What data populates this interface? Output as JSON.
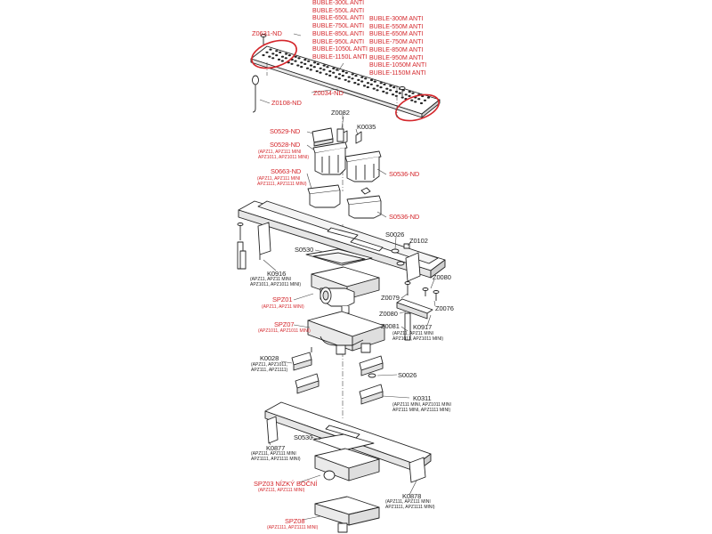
{
  "colors": {
    "accent_red": "#d4262b",
    "line": "#222222"
  },
  "grate_l": [
    "BUBLE-300L ANTI",
    "BUBLE-550L ANTI",
    "BUBLE-650L ANTI",
    "BUBLE-750L ANTI",
    "BUBLE-850L ANTI",
    "BUBLE-950L ANTI",
    "BUBLE-1050L ANTI",
    "BUBLE-1150L ANTI"
  ],
  "grate_m": [
    "BUBLE-300M ANTI",
    "BUBLE-550M ANTI",
    "BUBLE-650M ANTI",
    "BUBLE-750M ANTI",
    "BUBLE-850M ANTI",
    "BUBLE-950M ANTI",
    "BUBLE-1050M ANTI",
    "BUBLE-1150M ANTI"
  ],
  "parts": {
    "z0631": "Z0631-ND",
    "z0034": "Z0034-ND",
    "z0108": "Z0108-ND",
    "z0082": "Z0082",
    "k0035": "K0035",
    "s0529": "S0529-ND",
    "s0528": "S0528-ND",
    "s0528_sub": "(APZ11, APZ111 MINI\nAPZ1011, APZ1011 MINI)",
    "s0663": "S0663-ND",
    "s0663_sub": "(APZ11, APZ111 MINI\nAPZ1111, APZ1111 MINI)",
    "s0536a": "S0536-ND",
    "s0536b": "S0536-ND",
    "s0026a": "S0026",
    "z0102": "Z0102",
    "s0530a": "S0530",
    "k0916": "K0916",
    "k0916_sub": "(APZ11, APZ11 MINI\nAPZ1011, APZ1011 MINI)",
    "z0080a": "Z0080",
    "z0079": "Z0079",
    "z0076": "Z0076",
    "spz01": "SPZ01",
    "spz01_sub": "(APZ11, APZ11 MINI)",
    "z0080b": "Z0080",
    "spz07": "SPZ07",
    "spz07_sub": "(APZ1011, APZ1011 MINI)",
    "z0081": "Z0081",
    "k0917": "K0917",
    "k0917_sub": "(APZ11, APZ11 MINI\nAPZ1011, APZ1011 MINI)",
    "k0028": "K0028",
    "k0028_sub": "(APZ11, APZ1011,\nAPZ111, APZ1111)",
    "s0026b": "S0026",
    "k0311": "K0311",
    "k0311_sub": "(APZ111 MINI, APZ1011 MINI\nAPZ111 MINI, APZ1111 MINI)",
    "s0530b": "S0530",
    "k0877": "K0877",
    "k0877_sub": "(APZ111, APZ111 MINI\nAPZ1111, APZ1111 MINI)",
    "spz03": "SPZ03 NÍZKÝ BOČNÍ",
    "spz03_sub": "(APZ111, APZ111 MINI)",
    "k0878": "K0878",
    "k0878_sub": "(APZ111, APZ111 MINI\nAPZ1111, APZ1111 MINI)",
    "spz08": "SPZ08",
    "spz08_sub": "(APZ1111, APZ1111 MINI)"
  }
}
